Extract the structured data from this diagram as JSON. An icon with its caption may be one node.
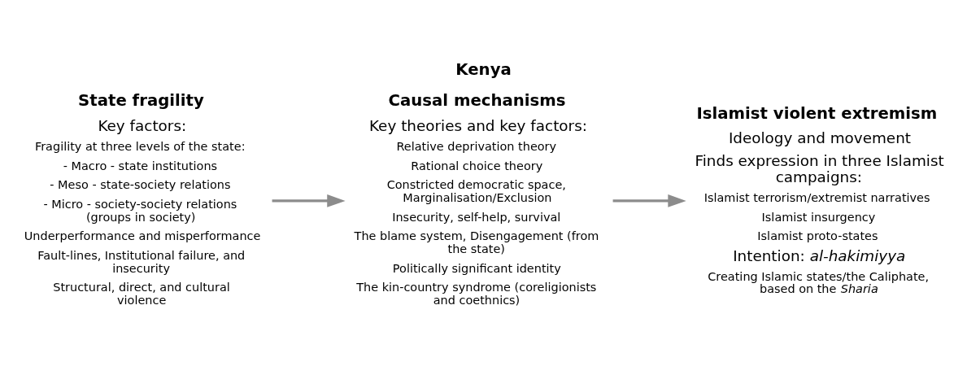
{
  "diagram": {
    "title": "Kenya",
    "nodes": [
      {
        "text": [
          "State fragility",
          "Key factors:",
          "Fragility at three levels of the state:",
          "- Macro - state institutions",
          "- Meso - state-society relations",
          "- Micro - society-society relations (groups in society)",
          "Underperformance and misperformance",
          "Fault-lines, Institutional failure, and insecurity",
          "Structural, direct, and cultural violence"
        ]
      },
      {
        "text": [
          "Causal mechanisms",
          "Key theories and key factors:",
          "Relative deprivation theory",
          "Rational choice theory",
          "Constricted democratic space, Marginalisation/Exclusion",
          "Insecurity, self-help, survival",
          "The blame system, Disengagement (from the state)",
          "Politically significant identity",
          "The kin-country syndrome (coreligionists and coethnics)"
        ]
      },
      {
        "text": [
          "Islamist violent extremism",
          "Ideology and movement",
          "Finds expression in three Islamist campaigns:",
          "Islamist terrorism/extremist narratives",
          "Islamist insurgency",
          "Islamist proto-states",
          "Intention: *al-hakimiyya*",
          "Creating Islamic states/the Caliphate, based on the *Sharia*"
        ]
      }
    ],
    "edges": [
      {
        "from": 0,
        "to": 1,
        "arrow": "to"
      },
      {
        "from": 1,
        "to": 2,
        "arrow": "to"
      }
    ]
  }
}
